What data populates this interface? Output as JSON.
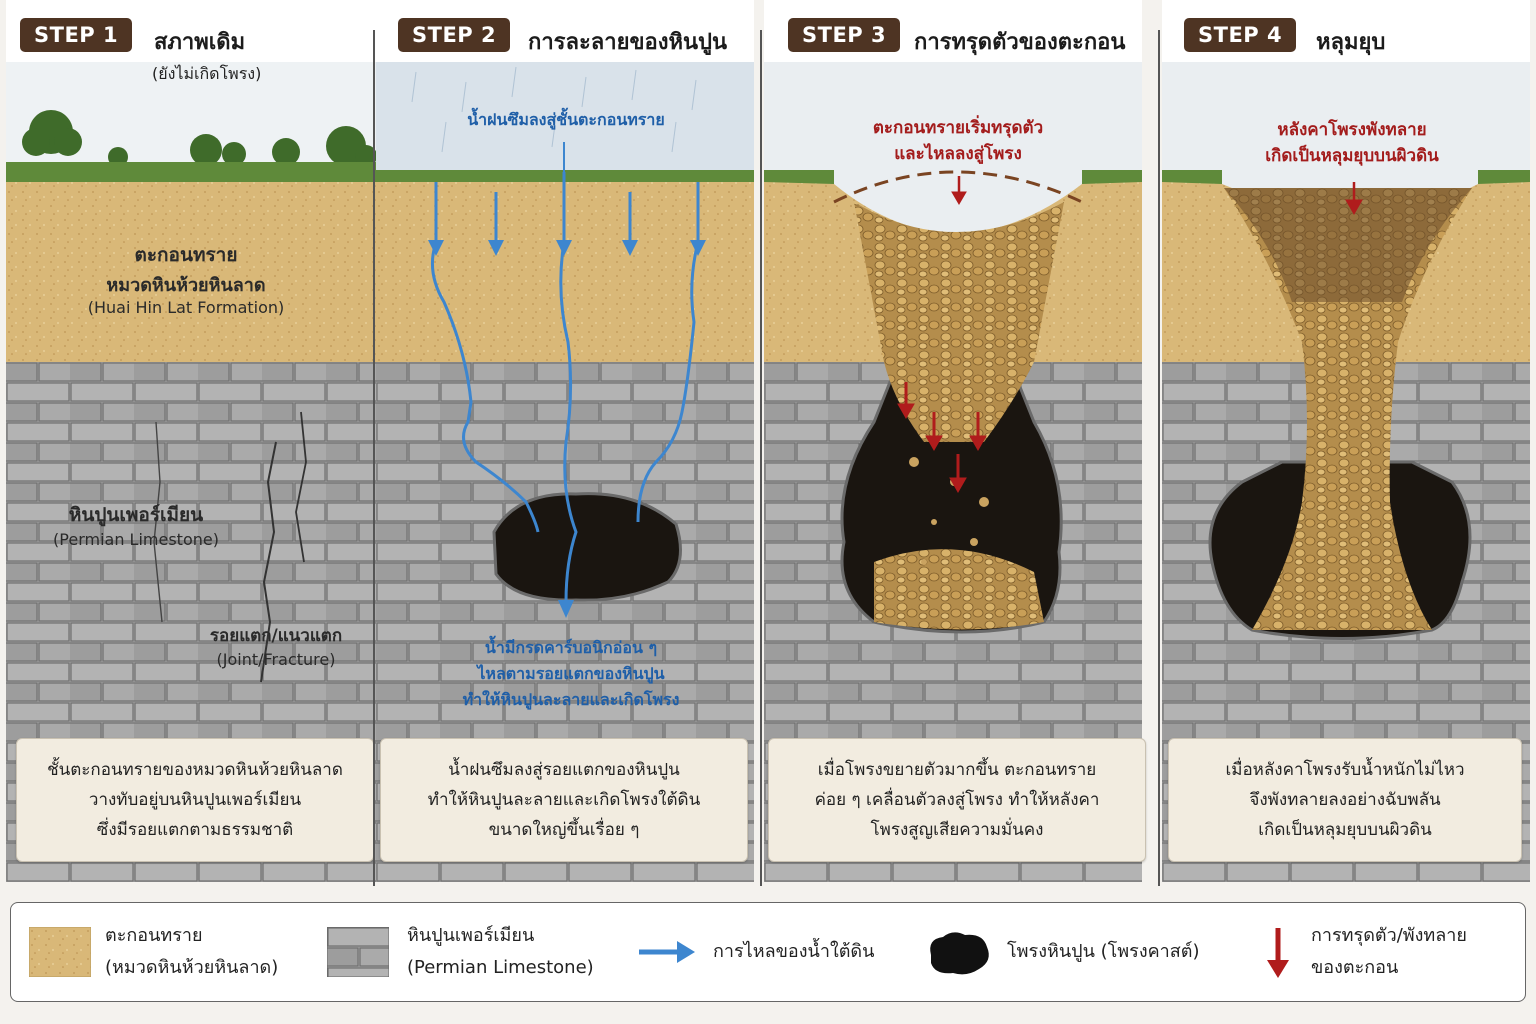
{
  "steps": [
    {
      "badge": "STEP 1",
      "title": "สภาพเดิม",
      "subtitle": "(ยังไม่เกิดโพรง)",
      "labels": {
        "sand_title": "ตะกอนทราย",
        "sand_formation": "หมวดหินห้วยหินลาด",
        "sand_formation_en": "(Huai Hin Lat Formation)",
        "limestone": "หินปูนเพอร์เมียน",
        "limestone_en": "(Permian Limestone)",
        "joint": "รอยแตก/แนวแตก",
        "joint_en": "(Joint/Fracture)"
      },
      "desc": [
        "ชั้นตะกอนทรายของหมวดหินห้วยหินลาด",
        "วางทับอยู่บนหินปูนเพอร์เมียน",
        "ซึ่งมีรอยแตกตามธรรมชาติ"
      ]
    },
    {
      "badge": "STEP 2",
      "title": "การละลายของหินปูน",
      "labels": {
        "rain": "น้ำฝนซึมลงสู่ชั้นตะกอนทราย",
        "acid_1": "น้ำมีกรดคาร์บอนิกอ่อน ๆ",
        "acid_2": "ไหลตามรอยแตกของหินปูน",
        "acid_3": "ทำให้หินปูนละลายและเกิดโพรง"
      },
      "desc": [
        "น้ำฝนซึมลงสู่รอยแตกของหินปูน",
        "ทำให้หินปูนละลายและเกิดโพรงใต้ดิน",
        "ขนาดใหญ่ขึ้นเรื่อย ๆ"
      ]
    },
    {
      "badge": "STEP 3",
      "title": "การทรุดตัวของตะกอน",
      "labels": {
        "note_1": "ตะกอนทรายเริ่มทรุดตัว",
        "note_2": "และไหลลงสู่โพรง"
      },
      "desc": [
        "เมื่อโพรงขยายตัวมากขึ้น ตะกอนทราย",
        "ค่อย ๆ เคลื่อนตัวลงสู่โพรง ทำให้หลังคา",
        "โพรงสูญเสียความมั่นคง"
      ]
    },
    {
      "badge": "STEP 4",
      "title": "หลุมยุบ",
      "labels": {
        "note_1": "หลังคาโพรงพังทลาย",
        "note_2": "เกิดเป็นหลุมยุบบนผิวดิน"
      },
      "desc": [
        "เมื่อหลังคาโพรงรับน้ำหนักไม่ไหว",
        "จึงพังทลายลงอย่างฉับพลัน",
        "เกิดเป็นหลุมยุบบนผิวดิน"
      ]
    }
  ],
  "legend": {
    "sand": [
      "ตะกอนทราย",
      "(หมวดหินห้วยหินลาด)"
    ],
    "limestone": [
      "หินปูนเพอร์เมียน",
      "(Permian Limestone)"
    ],
    "flow": "การไหลของน้ำใต้ดิน",
    "cave": "โพรงหินปูน (โพรงคาสต์)",
    "collapse": [
      "การทรุดตัว/พังทลาย",
      "ของตะกอน"
    ]
  },
  "colors": {
    "badge": "#4e3423",
    "sand": "#d9b878",
    "limestone": "#a3a3a3",
    "water": "#3d86cf",
    "collapse": "#b01c1c",
    "cave": "#1a1510"
  }
}
